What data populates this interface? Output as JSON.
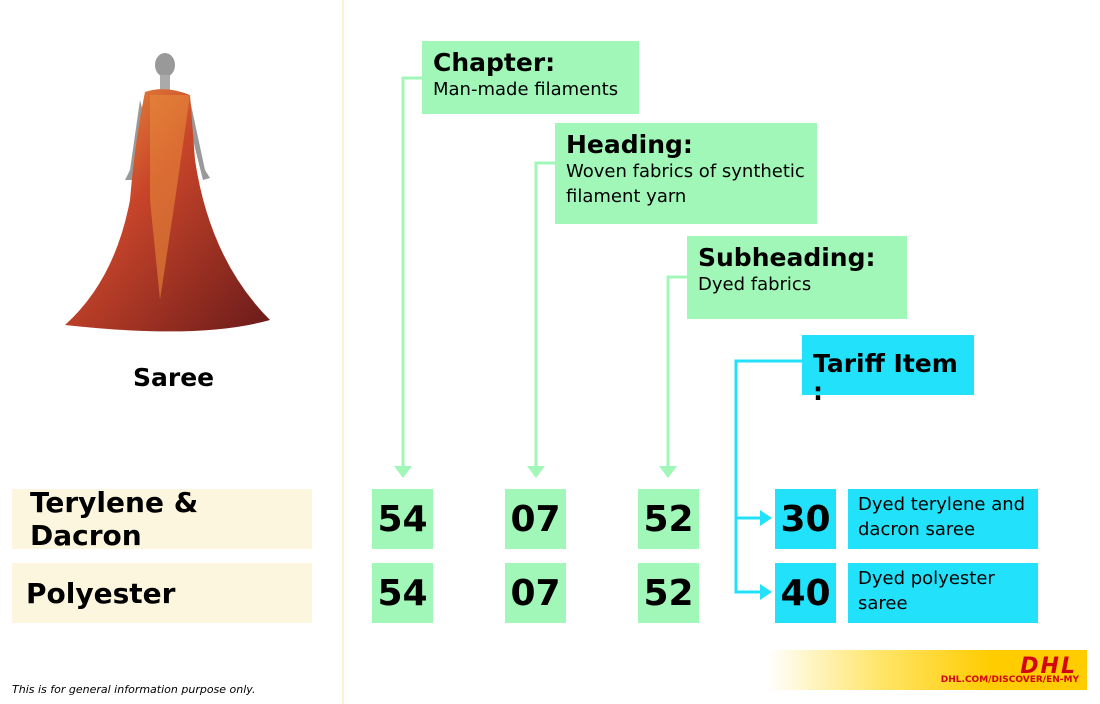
{
  "product": {
    "name": "Saree",
    "image": "saree-mannequin"
  },
  "chapter": {
    "title": "Chapter:",
    "desc": "Man-made filaments"
  },
  "heading": {
    "title": "Heading:",
    "desc": "Woven fabrics of synthetic filament yarn"
  },
  "subheading": {
    "title": "Subheading:",
    "desc": "Dyed fabrics"
  },
  "tariff": {
    "title": "Tariff Item :"
  },
  "rows": [
    {
      "label": "Terylene & Dacron",
      "chapter": "54",
      "heading": "07",
      "subheading": "52",
      "tariff": "30",
      "desc": "Dyed terylene and dacron saree"
    },
    {
      "label": "Polyester",
      "chapter": "54",
      "heading": "07",
      "subheading": "52",
      "tariff": "40",
      "desc": "Dyed polyester saree"
    }
  ],
  "footer": {
    "disclaimer": "This is for general information purpose only.",
    "brand": "DHL",
    "url": "DHL.COM/DISCOVER/EN-MY"
  },
  "colors": {
    "green": "#a0f7b8",
    "cyan": "#22e1fb",
    "cream": "#fdf6df",
    "dhl_yellow": "#ffcc00",
    "dhl_red": "#d40511"
  }
}
